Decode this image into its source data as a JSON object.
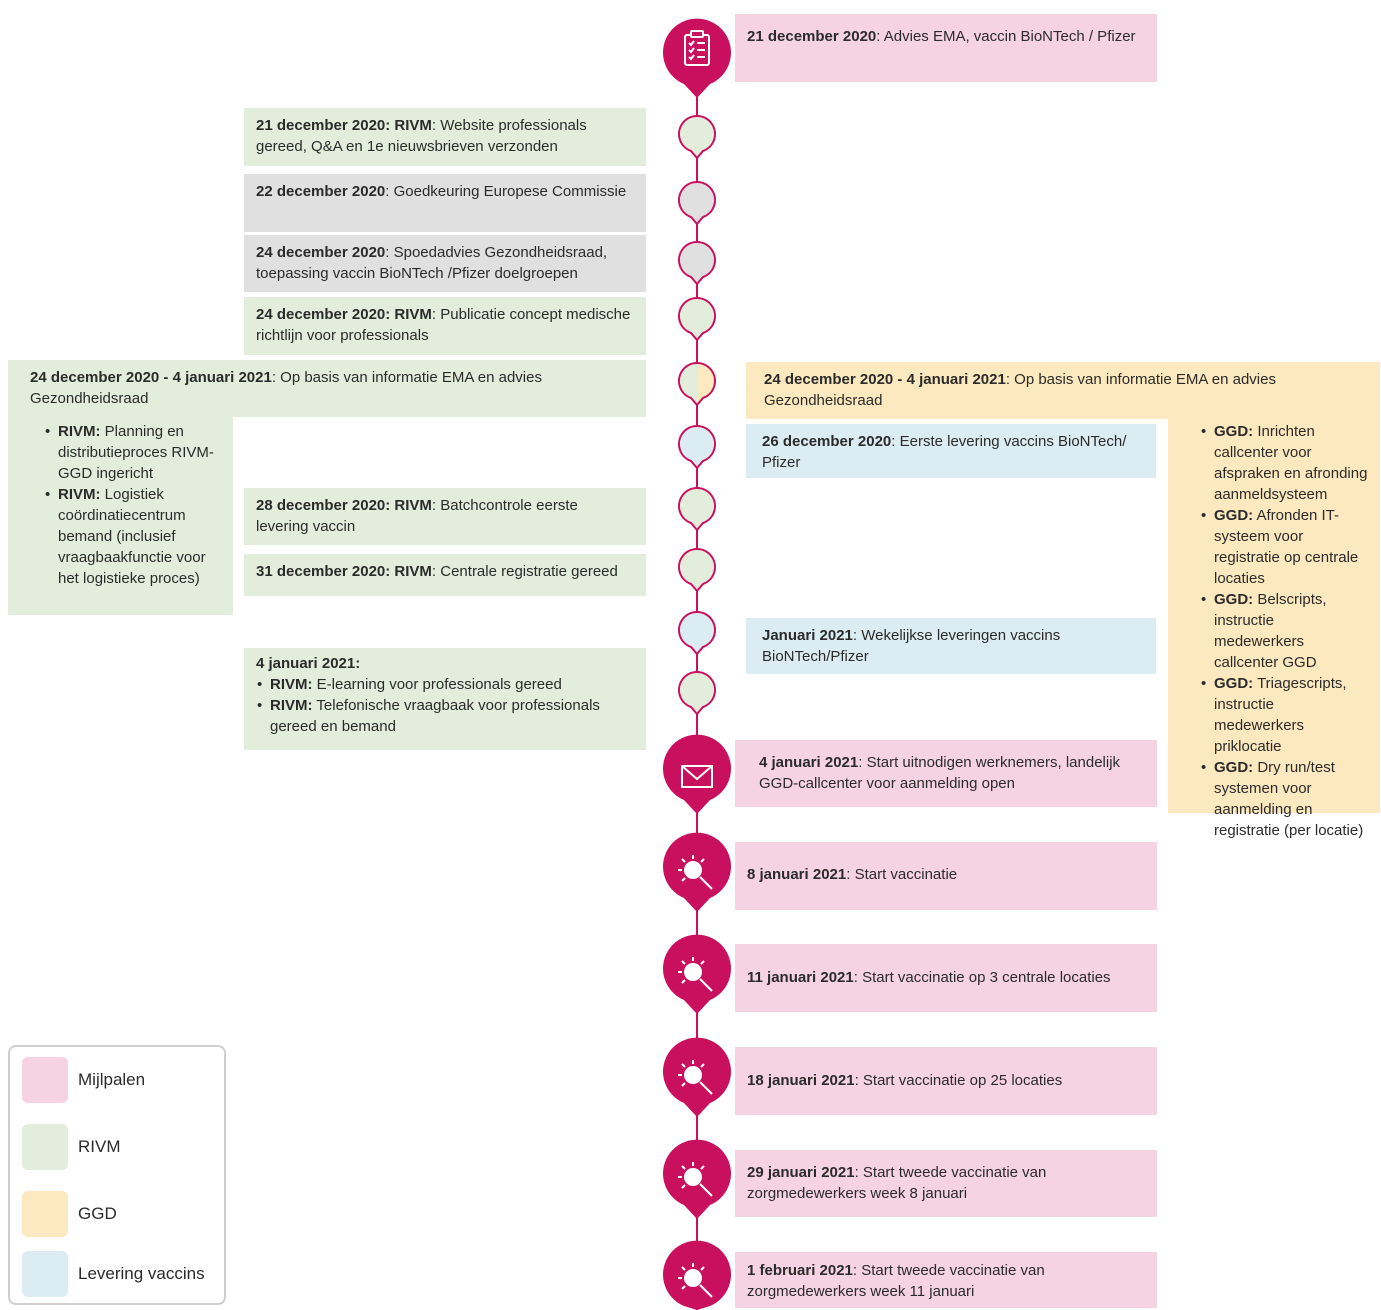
{
  "timeline": {
    "milestones": [
      {
        "date": "21 december 2020",
        "text": ": Advies EMA, vaccin BioNTech / Pfizer",
        "icon": "clipboard-icon"
      },
      {
        "date": "4 januari 2021",
        "text": ": Start uitnodigen werknemers, landelijk GGD-callcenter voor aanmelding open",
        "icon": "envelope-icon"
      },
      {
        "date": "8 januari 2021",
        "text": ": Start vaccinatie",
        "icon": "vaccine-icon"
      },
      {
        "date": "11 januari 2021",
        "text": ": Start vaccinatie op 3 centrale locaties",
        "icon": "vaccine-icon"
      },
      {
        "date": "18 januari 2021",
        "text": ": Start vaccinatie op 25 locaties",
        "icon": "vaccine-icon"
      },
      {
        "date": "29 januari 2021",
        "text": ": Start tweede vaccinatie van zorgmedewerkers week 8 januari",
        "icon": "vaccine-icon"
      },
      {
        "date": "1 februari 2021",
        "text": ": Start tweede vaccinatie van zorgmedewerkers week 11 januari",
        "icon": "vaccine-icon"
      }
    ],
    "events": [
      {
        "date": "21 december 2020: RIVM",
        "text": ": Website professionals gereed, Q&A en 1e nieuwsbrieven verzonden"
      },
      {
        "date": "22 december 2020",
        "text": ": Goedkeuring Europese Commissie"
      },
      {
        "date": "24 december 2020",
        "text": ": Spoedadvies Gezondheidsraad, toepassing vaccin BioNTech /Pfizer doelgroepen"
      },
      {
        "date": "24 december 2020: RIVM",
        "text": ": Publicatie concept medische richtlijn voor professionals"
      },
      {
        "date": "24 december 2020 - 4 januari 2021",
        "text": ": Op basis van informatie EMA en advies Gezondheidsraad"
      },
      {
        "date": "24 december 2020 - 4 januari 2021",
        "text": ": Op basis van informatie EMA en advies Gezondheidsraad"
      },
      {
        "date": "26 december 2020",
        "text": ": Eerste levering vaccins BioNTech/ Pfizer"
      },
      {
        "date": "28 december 2020: RIVM",
        "text": ": Batchcontrole eerste levering vaccin"
      },
      {
        "date": "31 december 2020: RIVM",
        "text": ": Centrale registratie gereed"
      },
      {
        "date": "Januari 2021",
        "text": ": Wekelijkse leveringen vaccins BioNTech/Pfizer"
      },
      {
        "date": "4 januari 2021:",
        "text": ""
      }
    ],
    "rivm_list": [
      {
        "org": "RIVM:",
        "text": " Planning en distributieproces RIVM-GGD ingericht"
      },
      {
        "org": "RIVM:",
        "text": " Logistiek coördinatiecentrum bemand (inclusief vraagbaakfunctie voor het logistieke proces)"
      }
    ],
    "ggd_list": [
      {
        "org": "GGD:",
        "text": " Inrichten callcenter voor afspraken en afronding aanmeldsysteem"
      },
      {
        "org": "GGD:",
        "text": " Afronden IT-systeem voor registratie op centrale locaties"
      },
      {
        "org": "GGD:",
        "text": " Belscripts, instructie medewerkers callcenter GGD"
      },
      {
        "org": "GGD:",
        "text": " Triagescripts, instructie medewerkers priklocatie"
      },
      {
        "org": "GGD:",
        "text": " Dry run/test systemen voor aanmelding en registratie (per locatie)"
      }
    ],
    "jan4_list": [
      {
        "org": "RIVM:",
        "text": " E-learning voor professionals gereed"
      },
      {
        "org": "RIVM:",
        "text": " Telefonische vraagbaak voor professionals gereed en bemand"
      }
    ]
  },
  "legend": {
    "items": [
      {
        "label": "Mijlpalen",
        "color": "#f6d3e3"
      },
      {
        "label": "RIVM",
        "color": "#e2eddc"
      },
      {
        "label": "GGD",
        "color": "#fde9bf"
      },
      {
        "label": "Levering vaccins",
        "color": "#dcecf3"
      }
    ]
  },
  "colors": {
    "accent": "#c8105f",
    "milestone": "#f6d3e3",
    "rivm": "#e2eddc",
    "ec": "#e0e0e0",
    "ggd": "#fde9bf",
    "delivery": "#dcecf3",
    "line": "#c8105f"
  }
}
